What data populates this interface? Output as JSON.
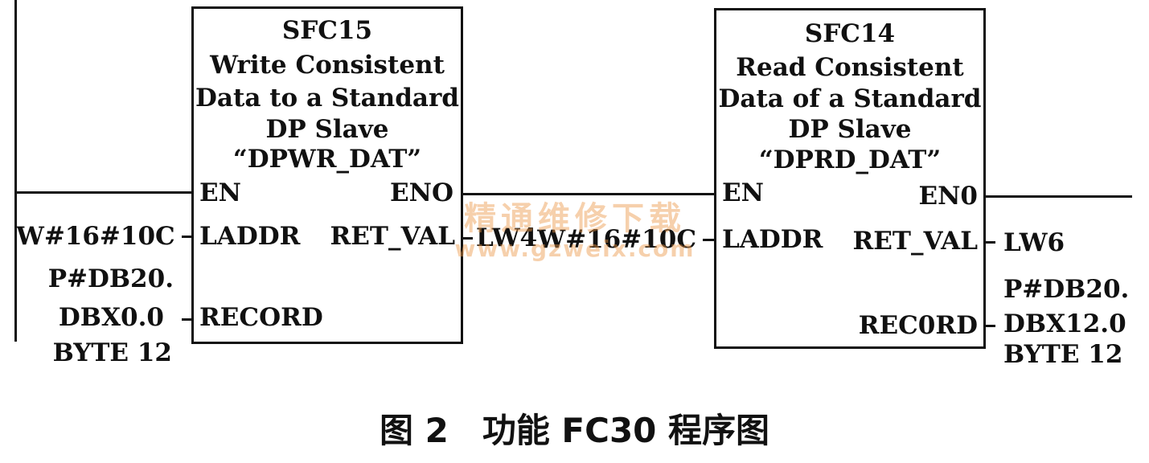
{
  "blocks": [
    {
      "id": "SFC15",
      "title_lines": [
        "SFC15",
        "Write Consistent",
        "Data to a Standard",
        "DP Slave",
        "“DPWR_DAT”"
      ],
      "pins": {
        "en": "EN",
        "eno": "ENO",
        "laddr": "LADDR",
        "ret_val": "RET_VAL",
        "record": "RECORD"
      },
      "inputs": {
        "laddr": "W#16#10C",
        "record_lines": [
          "P#DB20.",
          "DBX0.0",
          "BYTE 12"
        ]
      },
      "outputs": {
        "ret_val": "LW4"
      }
    },
    {
      "id": "SFC14",
      "title_lines": [
        "SFC14",
        "Read Consistent",
        "Data of a Standard",
        "DP Slave",
        "“DPRD_DAT”"
      ],
      "pins": {
        "en": "EN",
        "eno": "EN0",
        "laddr": "LADDR",
        "ret_val": "RET_VAL",
        "record": "REC0RD"
      },
      "inputs": {
        "laddr": "W#16#10C"
      },
      "outputs": {
        "ret_val": "LW6",
        "record_lines": [
          "P#DB20.",
          "DBX12.0",
          "BYTE 12"
        ]
      }
    }
  ],
  "caption": "图 2　功能 FC30 程序图",
  "watermark": {
    "text": "精通维修下载",
    "url": "www.gzweix.com",
    "color": "#eb9646"
  }
}
